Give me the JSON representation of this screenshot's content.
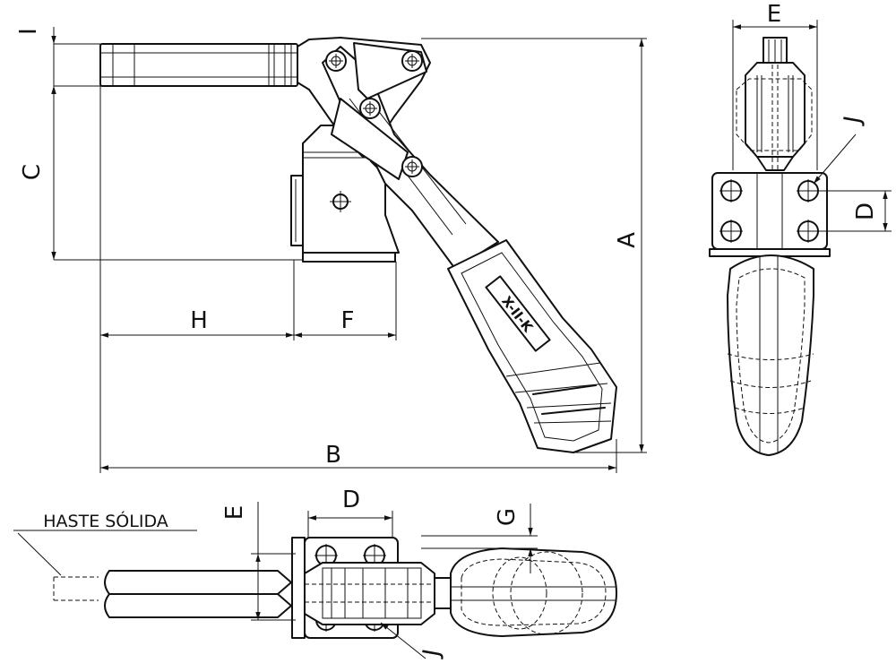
{
  "labels": {
    "A": "A",
    "B": "B",
    "C": "C",
    "D": "D",
    "E": "E",
    "F": "F",
    "G": "G",
    "H": "H",
    "I": "I",
    "J": "J"
  },
  "note": "HASTE SÓLIDA",
  "logo": "X-II-K"
}
